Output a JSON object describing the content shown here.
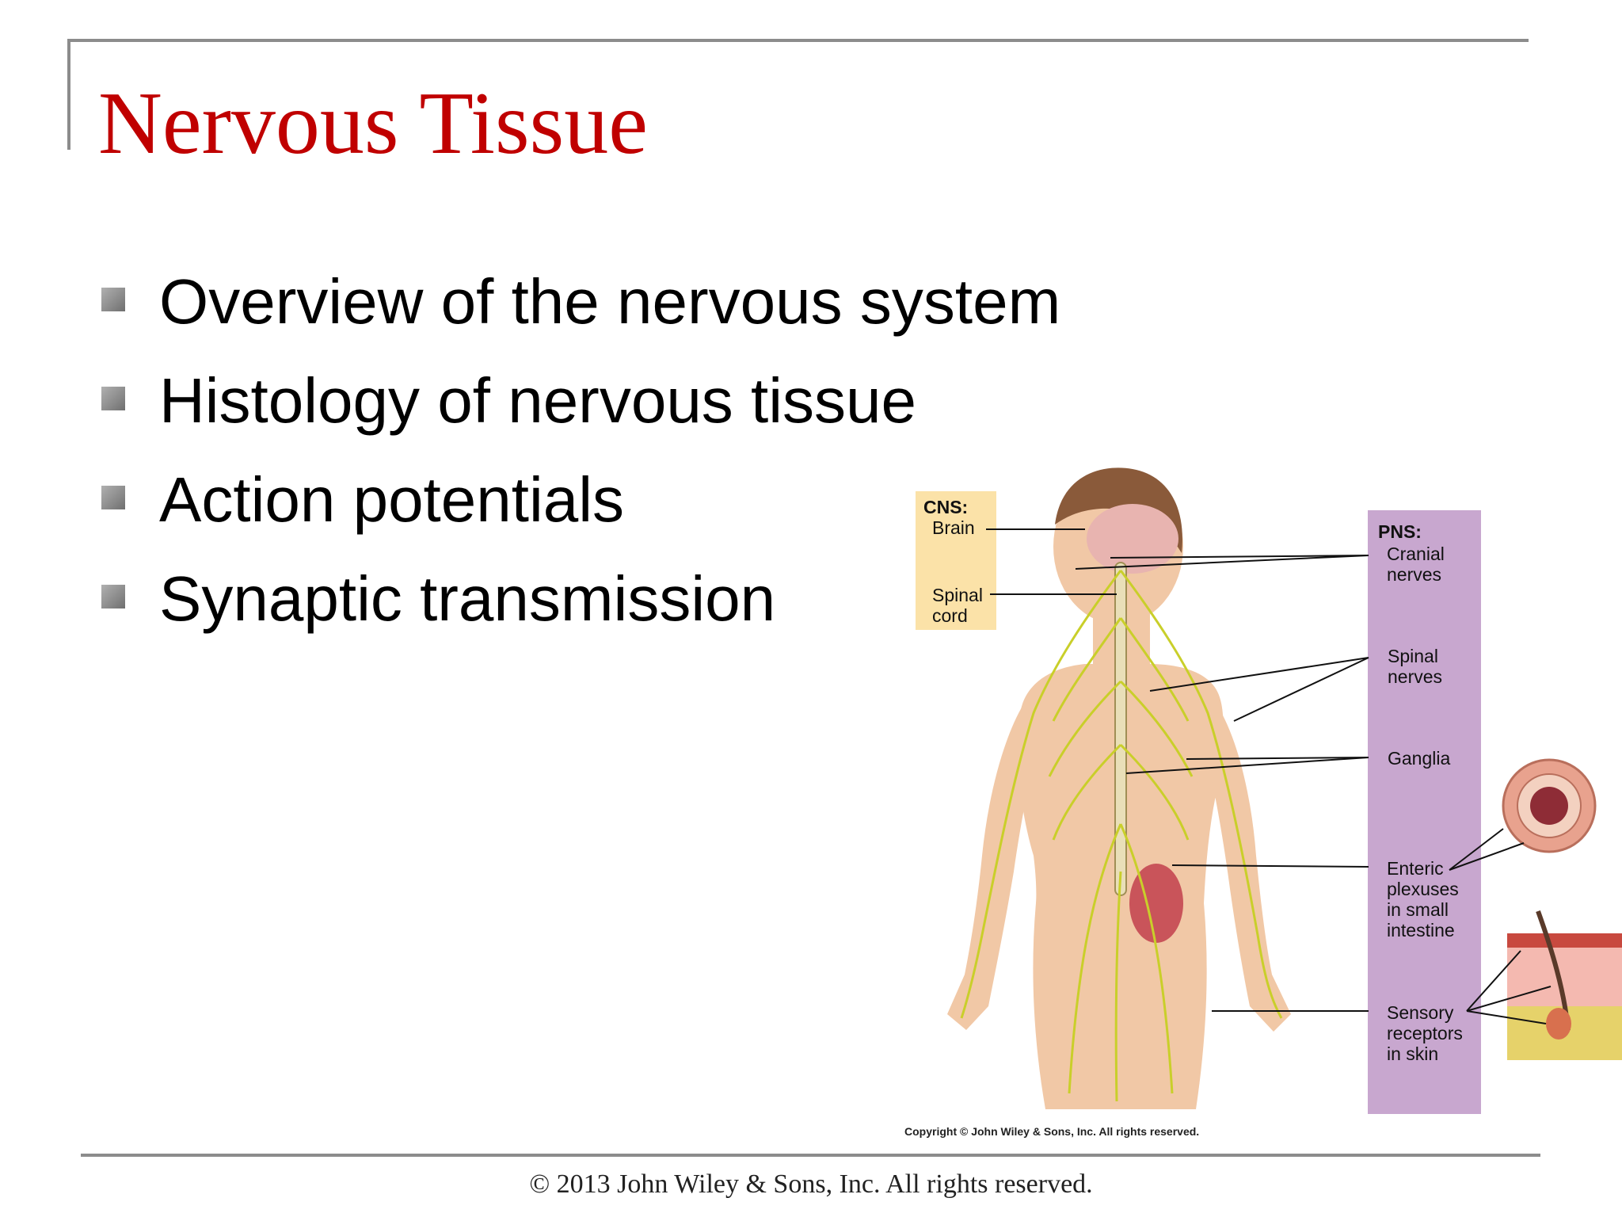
{
  "slide": {
    "title": "Nervous Tissue",
    "bullets": [
      "Overview of the nervous system",
      "Histology of nervous tissue",
      "Action potentials",
      "Synaptic transmission"
    ],
    "footer": "© 2013 John Wiley & Sons, Inc. All rights reserved."
  },
  "figure": {
    "cns_heading": "CNS:",
    "cns_brain": "Brain",
    "cns_spinal_cord_line1": "Spinal",
    "cns_spinal_cord_line2": "cord",
    "pns_heading": "PNS:",
    "pns_cranial_line1": "Cranial",
    "pns_cranial_line2": "nerves",
    "pns_spinal_line1": "Spinal",
    "pns_spinal_line2": "nerves",
    "pns_ganglia": "Ganglia",
    "pns_enteric_line1": "Enteric",
    "pns_enteric_line2": "plexuses",
    "pns_enteric_line3": "in small",
    "pns_enteric_line4": "intestine",
    "pns_sensory_line1": "Sensory",
    "pns_sensory_line2": "receptors",
    "pns_sensory_line3": "in skin",
    "copyright": "Copyright © John Wiley & Sons, Inc. All rights reserved.",
    "colors": {
      "cns_box": "#fbe2a8",
      "pns_panel": "#c8a7cf",
      "nerve": "#c9cf2a",
      "skin": "#f1c8a6",
      "brain": "#e8b4b0",
      "title": "#c00000"
    }
  }
}
